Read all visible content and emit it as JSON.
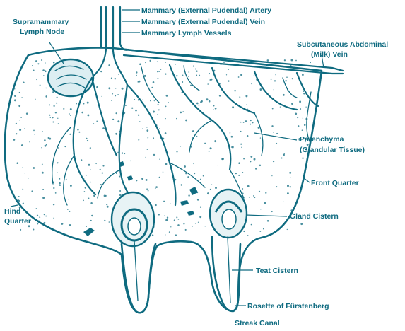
{
  "labels": {
    "artery": "Mammary (External Pudendal) Artery",
    "vein": "Mammary (External Pudendal) Vein",
    "lymph_vessels": "Mammary Lymph Vessels",
    "lymph_node_line1": "Supramammary",
    "lymph_node_line2": "Lymph Node",
    "milk_vein_line1": "Subcutaneous Abdominal",
    "milk_vein_line2": "(Milk) Vein",
    "parenchyma_line1": "Parenchyma",
    "parenchyma_line2": "(Glandular Tissue)",
    "front_quarter": "Front Quarter",
    "hind_quarter_line1": "Hind",
    "hind_quarter_line2": "Quarter",
    "gland_cistern": "Gland Cistern",
    "teat_cistern": "Teat Cistern",
    "rosette": "Rosette of Fürstenberg",
    "streak_canal": "Streak Canal"
  },
  "colors": {
    "ink": "#0f6b80",
    "background": "#ffffff"
  }
}
